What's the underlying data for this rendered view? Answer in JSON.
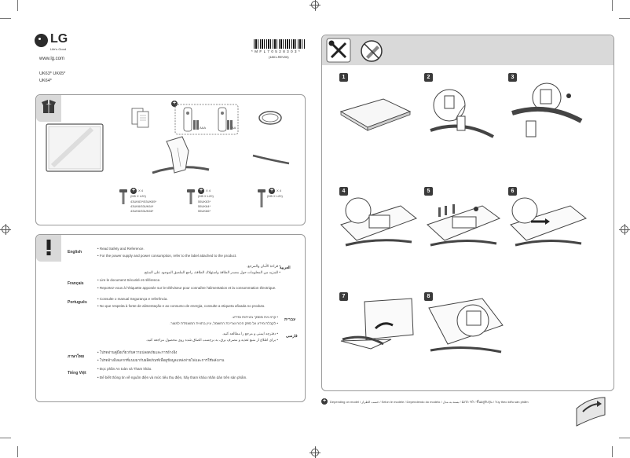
{
  "brand": {
    "logo": "LG",
    "tagline": "Life's Good",
    "url": "www.lg.com"
  },
  "models": [
    "UK63* UK65*",
    "UK64*"
  ],
  "barcode": {
    "number": "* M F L 7 0 5 2 8 3 0 3 *",
    "code": "(1801-REV00)"
  },
  "contents": {
    "battery_labels": [
      "AAA",
      "AA"
    ],
    "screws": [
      {
        "count": "X 4",
        "spec": "(M5 X L20)",
        "models": [
          "43UK63*/53UK65*",
          "43UK6/53UK64*",
          "43UK6/53UK66*"
        ]
      },
      {
        "count": "X 4",
        "spec": "(M5 X L20)",
        "models": [
          "55UK63*",
          "55UK64*",
          "55UK66*"
        ]
      },
      {
        "count": "X 4",
        "spec": "(M5 X L20)",
        "models": []
      }
    ]
  },
  "safety": {
    "entries": [
      {
        "lang": "English",
        "lines": [
          "• Read Safety and Reference.",
          "• For the power supply and power consumption, refer to the label attached to the product."
        ]
      },
      {
        "lang": "Français",
        "lines": [
          "• Lire le document Sécurité et référence.",
          "• Reportez-vous à l'étiquette apposée sur le téléviseur pour connaître l'alimentation et la consommation électrique."
        ]
      },
      {
        "lang": "Português",
        "lines": [
          "• Consulte o manual Segurança e referência.",
          "• No que respeita à fonte de alimentação e ao consumo de energia, consulte a etiqueta afixada no produto."
        ]
      },
      {
        "lang": "ภาษาไทย",
        "lines": [
          "• โปรดอ่านคู่มือเกี่ยวกับความปลอดภัยและการอ้างอิง",
          "• โปรดอ้างอิงฉลากที่แนบมากับผลิตภัณฑ์เพื่อดูข้อมูลแหล่งจ่ายไฟและการใช้พลังงาน"
        ]
      },
      {
        "lang": "Tiếng Việt",
        "lines": [
          "• Đọc phần An toàn và Tham khảo.",
          "• Để biết thông tin về nguồn điện và mức tiêu thụ điện, hãy tham khảo nhãn dán trên sản phẩm."
        ]
      }
    ],
    "rtl": [
      {
        "lang": "العربية",
        "lines": [
          "• قراءة الأمان والمرجع.",
          "• للمزيد من المعلومات حول مصدر الطاقة واستهلاك الطاقة، راجع الملصق الموجود على المنتج."
        ]
      },
      {
        "lang": "עברית",
        "lines": [
          "• קרא את מסמך בטיחות ומידע.",
          "• לקבלת מידע על ספק הכוח וצריכת החשמל, עיין בתווית המוצמדת למוצר."
        ]
      },
      {
        "lang": "فارسی",
        "lines": [
          "• دفترچه ایمنی و مرجع را مطالعه کنید.",
          "• برای اطلاع از منبع تغذیه و مصرف برق، به برچسب الصاق شده روی محصول مراجعه کنید."
        ]
      }
    ]
  },
  "steps": [
    "1",
    "2",
    "3",
    "4",
    "5",
    "6",
    "7",
    "8"
  ],
  "footer": "Depending on model / حسب الطراز / Selon le modèle / Dependendo do modelo / לפי הדגם / بسته به مدل / ขึ้นอยู่กับรุ่น / Tùy theo kiểu sản phẩm"
}
